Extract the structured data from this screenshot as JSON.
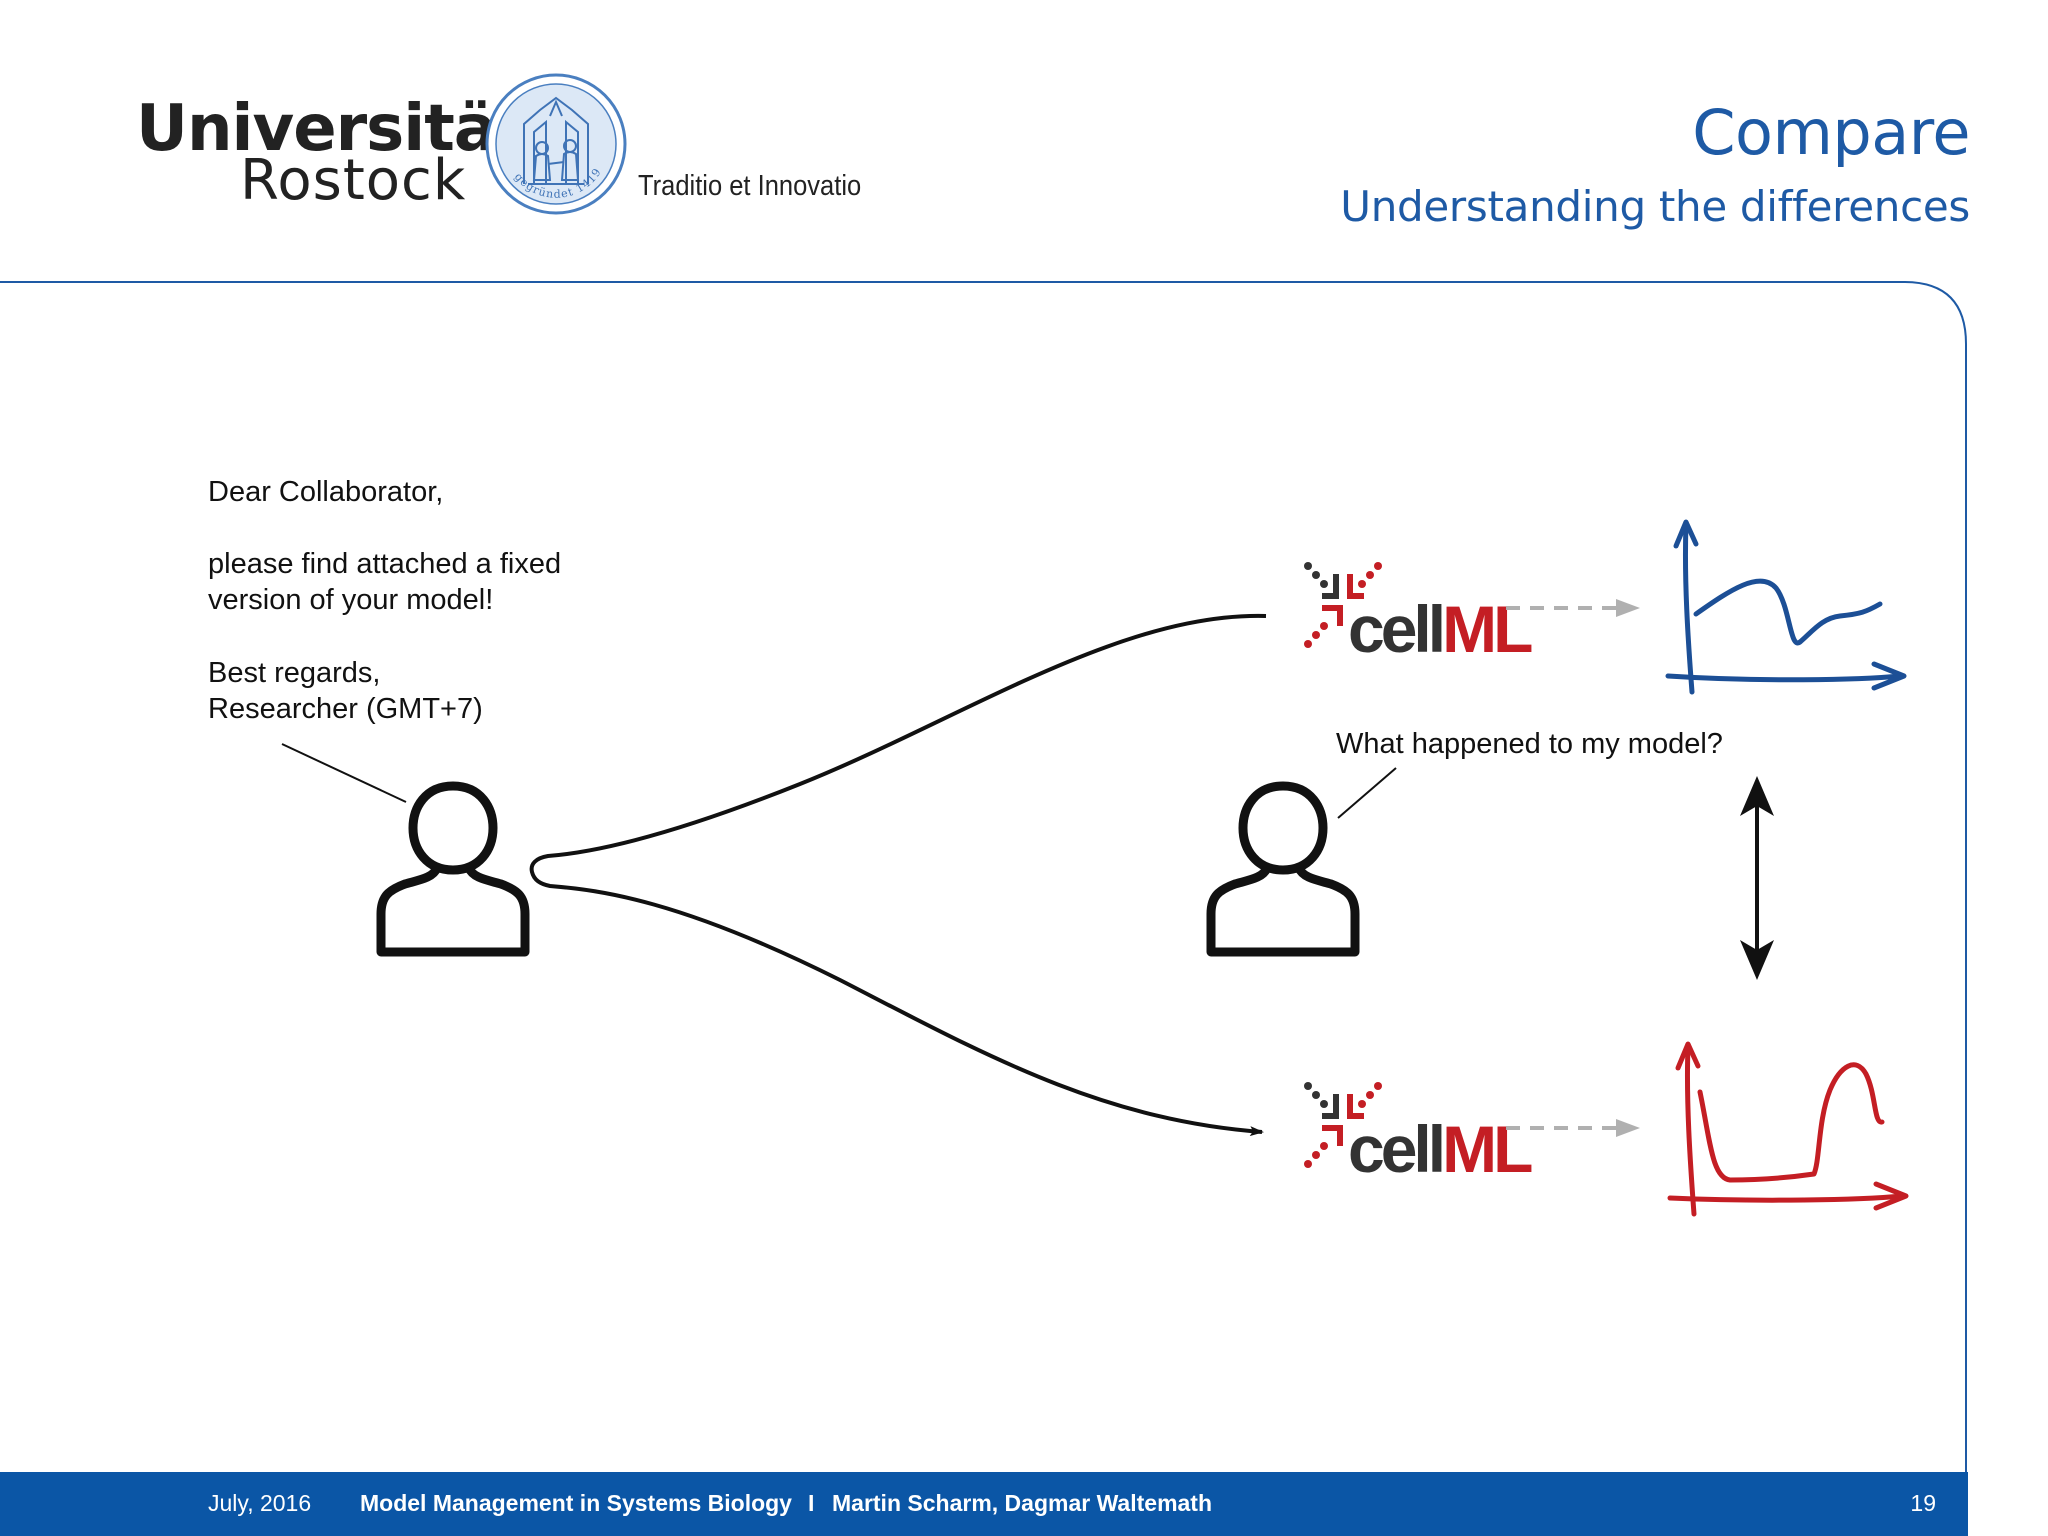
{
  "header": {
    "university_line1": "Universität",
    "university_line2": "Rostock",
    "seal_text": "gegründet 1419",
    "tagline": "Traditio et Innovatio",
    "title": "Compare",
    "subtitle": "Understanding the differences"
  },
  "letter": {
    "greeting": "Dear Collaborator,",
    "line1": "please find attached a fixed",
    "line2": "version of your model!",
    "closing": "Best regards,",
    "signature": "Researcher (GMT+7)"
  },
  "question": "What happened to my model?",
  "model_format": {
    "prefix": "cell",
    "suffix": "ML"
  },
  "colors": {
    "brand_blue": "#1e5aa5",
    "footer_blue": "#0b56a6",
    "plot_blue": "#1c4f96",
    "plot_red": "#c41e24",
    "cellml_red": "#c41e24",
    "cellml_dark": "#333333",
    "arrow_gray": "#b0b0b0"
  },
  "icons": [
    "person-icon",
    "cellml-logo",
    "plot-sketch",
    "double-arrow"
  ],
  "footer": {
    "date": "July, 2016",
    "talk": "Model Management in Systems Biology",
    "separator": "I",
    "authors": "Martin Scharm, Dagmar Waltemath",
    "page": "19"
  }
}
